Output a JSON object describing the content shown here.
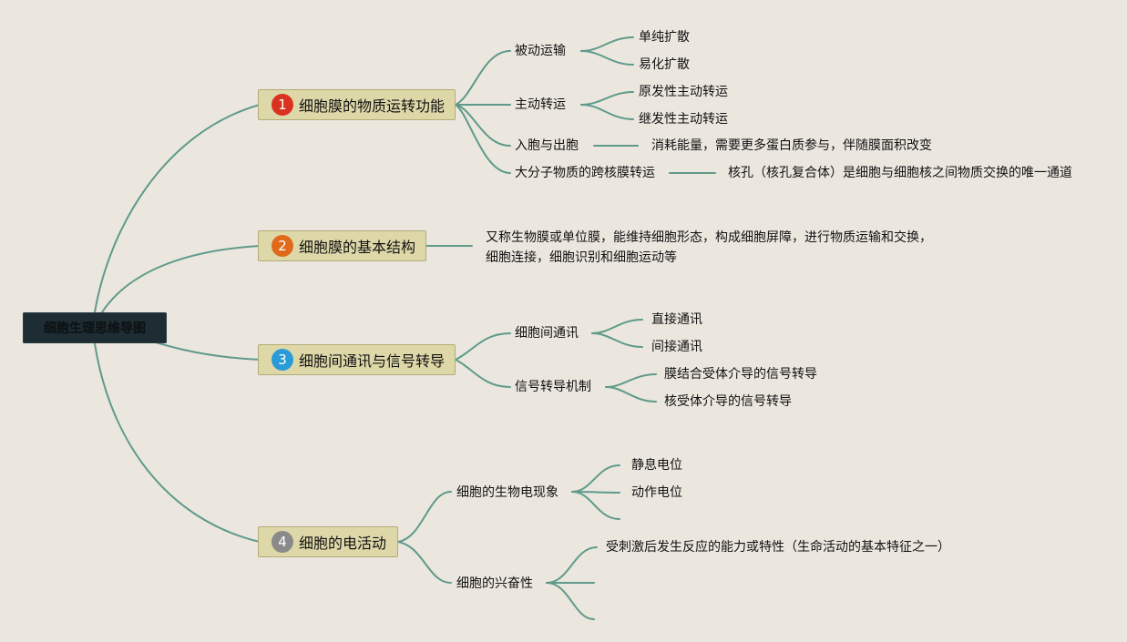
{
  "root": {
    "label": "细胞生理思维导图"
  },
  "branches": [
    {
      "number": "1",
      "label": "细胞膜的物质运转功能",
      "badge_color": "#d9321f",
      "children": [
        {
          "label": "被动运输",
          "children": [
            "单纯扩散",
            "易化扩散"
          ]
        },
        {
          "label": "主动转运",
          "children": [
            "原发性主动转运",
            "继发性主动转运"
          ]
        },
        {
          "label": "入胞与出胞",
          "children": [
            "消耗能量，需要更多蛋白质参与，伴随膜面积改变"
          ]
        },
        {
          "label": "大分子物质的跨核膜转运",
          "children": [
            "核孔（核孔复合体）是细胞与细胞核之间物质交换的唯一通道"
          ]
        }
      ]
    },
    {
      "number": "2",
      "label": "细胞膜的基本结构",
      "badge_color": "#e06a1b",
      "description": [
        "又称生物膜或单位膜，能维持细胞形态，构成细胞屏障，进行物质运输和交换，",
        "细胞连接，细胞识别和细胞运动等"
      ]
    },
    {
      "number": "3",
      "label": "细胞间通讯与信号转导",
      "badge_color": "#2a9bd7",
      "children": [
        {
          "label": "细胞间通讯",
          "children": [
            "直接通讯",
            "间接通讯"
          ]
        },
        {
          "label": "信号转导机制",
          "children": [
            "膜结合受体介导的信号转导",
            "核受体介导的信号转导"
          ]
        }
      ]
    },
    {
      "number": "4",
      "label": "细胞的电活动",
      "badge_color": "#8a8a8a",
      "children": [
        {
          "label": "细胞的生物电现象",
          "children": [
            "静息电位",
            "动作电位",
            ""
          ]
        },
        {
          "label": "细胞的兴奋性",
          "children": [
            "受刺激后发生反应的能力或特性（生命活动的基本特征之一）",
            "",
            ""
          ]
        }
      ]
    }
  ],
  "colors": {
    "line": "#5f9a8a",
    "background": "#ebe7df",
    "node_fill": "#ded8a9"
  }
}
